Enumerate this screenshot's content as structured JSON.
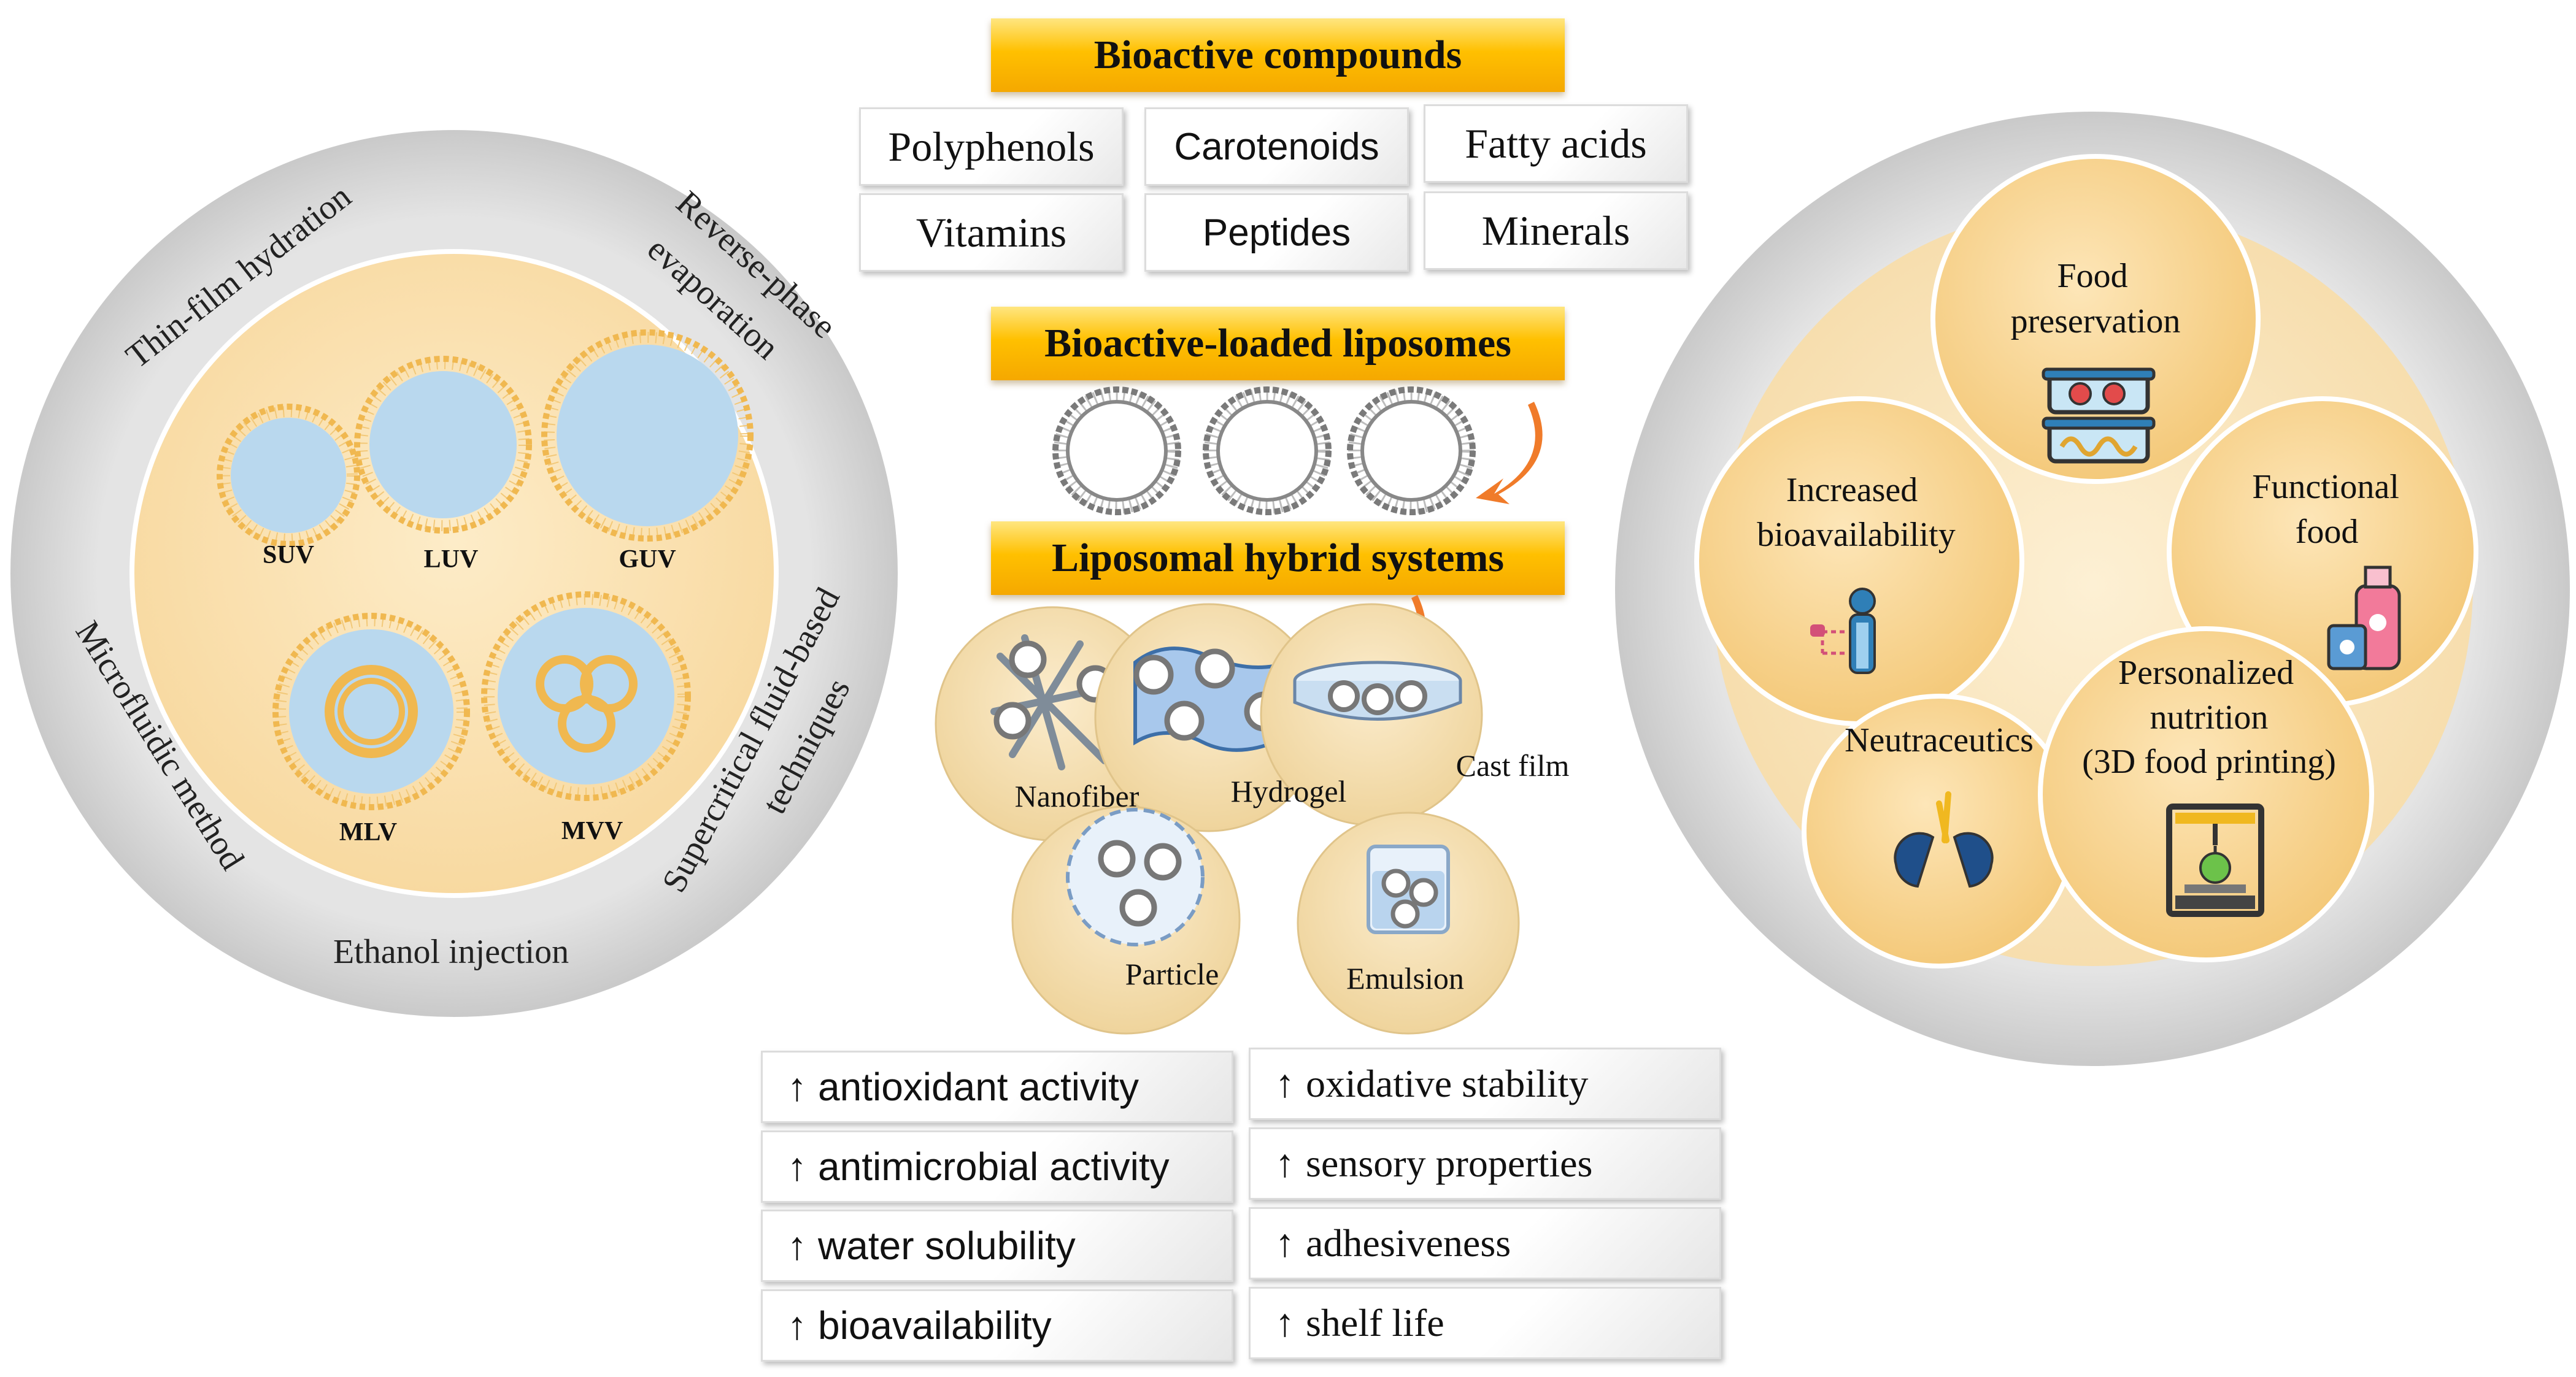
{
  "methods": {
    "top_left": "Thin-film hydration",
    "top_right_line1": "Reverse-phase",
    "top_right_line2": "evaporation",
    "left": "Microfluidic method",
    "right_line1": "Supercritical fluid-based",
    "right_line2": "techniques",
    "bottom": "Ethanol injection"
  },
  "vesicles": [
    "SUV",
    "LUV",
    "GUV",
    "MLV",
    "MVV"
  ],
  "bioactive": {
    "title": "Bioactive compounds",
    "items": [
      "Polyphenols",
      "Carotenoids",
      "Fatty acids",
      "Vitamins",
      "Peptides",
      "Minerals"
    ]
  },
  "liposomes_title": "Bioactive-loaded liposomes",
  "hybrid": {
    "title": "Liposomal hybrid systems",
    "items": [
      "Nanofiber",
      "Hydrogel",
      "Cast film",
      "Particle",
      "Emulsion"
    ]
  },
  "effects": {
    "arrow": "↑",
    "left": [
      "antioxidant activity",
      "antimicrobial activity",
      "water solubility",
      "bioavailability"
    ],
    "right": [
      "oxidative stability",
      "sensory properties",
      "adhesiveness",
      "shelf life"
    ]
  },
  "applications": {
    "food_preservation": [
      "Food",
      "preservation"
    ],
    "increased_bioavailability": [
      "Increased",
      "bioavailability"
    ],
    "functional_food": [
      "Functional",
      "food"
    ],
    "neutraceutics": [
      "Neutraceutics"
    ],
    "personalized_nutrition": [
      "Personalized",
      "nutrition",
      "(3D food printing)"
    ]
  },
  "colors": {
    "banner": "#ffc000",
    "bubble": "#f8d9a0",
    "ring": "#d8d8d8",
    "lipid_head": "#f0b850",
    "lumen": "#b9d8ee",
    "accent_arrow": "#f07b2a"
  }
}
